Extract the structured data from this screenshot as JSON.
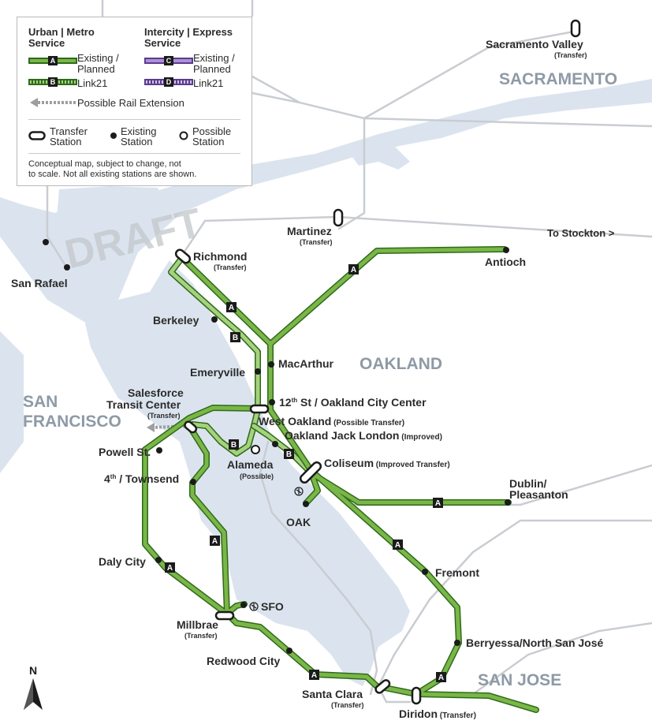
{
  "legend": {
    "urban_heading_1": "Urban | Metro",
    "urban_heading_2": "Service",
    "intercity_heading_1": "Intercity | Express",
    "intercity_heading_2": "Service",
    "existing_planned_1": "Existing /",
    "existing_planned_2": "Planned",
    "link21": "Link21",
    "badge_a": "A",
    "badge_b": "B",
    "badge_c": "C",
    "badge_d": "D",
    "extension": "Possible Rail Extension",
    "transfer_1": "Transfer",
    "transfer_2": "Station",
    "existing_1": "Existing",
    "existing_2": "Station",
    "possible_1": "Possible",
    "possible_2": "Station",
    "note_1": "Conceptual map, subject to change, not",
    "note_2": "to scale. Not all existing stations are shown."
  },
  "watermark": "DRAFT",
  "regions": {
    "sacramento": "SACRAMENTO",
    "oakland": "OAKLAND",
    "san_francisco_1": "SAN",
    "san_francisco_2": "FRANCISCO",
    "san_jose": "SAN JOSE"
  },
  "stations": {
    "sacramento_valley": "Sacramento Valley",
    "sacramento_valley_sub": "(Transfer)",
    "martinez": "Martinez",
    "martinez_sub": "(Transfer)",
    "to_stockton": "To Stockton >",
    "richmond": "Richmond",
    "richmond_sub": "(Transfer)",
    "antioch": "Antioch",
    "san_rafael": "San Rafael",
    "berkeley": "Berkeley",
    "emeryville": "Emeryville",
    "macarthur": "MacArthur",
    "salesforce_1": "Salesforce",
    "salesforce_2": "Transit Center",
    "salesforce_sub": "(Transfer)",
    "oakland_city_center_pre": "12",
    "oakland_city_center_sup": "th",
    "oakland_city_center": " St / Oakland City Center",
    "west_oakland": "West Oakland",
    "west_oakland_sub": " (Possible Transfer)",
    "jack_london": "Oakland Jack London",
    "jack_london_sub": " (Improved)",
    "powell": "Powell St.",
    "townsend_pre": "4",
    "townsend_sup": "th",
    "townsend": " / Townsend",
    "alameda": "Alameda",
    "alameda_sub": "(Possible)",
    "coliseum": "Coliseum",
    "coliseum_sub": " (Improved Transfer)",
    "oak": "OAK",
    "dublin_1": "Dublin/",
    "dublin_2": "Pleasanton",
    "daly_city": "Daly City",
    "fremont": "Fremont",
    "sfo": "SFO",
    "millbrae": "Millbrae",
    "millbrae_sub": "(Transfer)",
    "redwood_city": "Redwood City",
    "berryessa": "Berryessa/North San José",
    "santa_clara": "Santa Clara",
    "santa_clara_sub": "(Transfer)",
    "diridon": "Diridon",
    "diridon_sub": " (Transfer)"
  },
  "compass": "N",
  "colors": {
    "water": "#dbe4ee",
    "land": "#ffffff",
    "road": "#c9cdd2",
    "green_line": "#7ab648",
    "green_dark": "#2f6b1a",
    "purple_line": "#b08fd8",
    "badge": "#1b1b1b",
    "region_text": "#8e9aa6"
  }
}
